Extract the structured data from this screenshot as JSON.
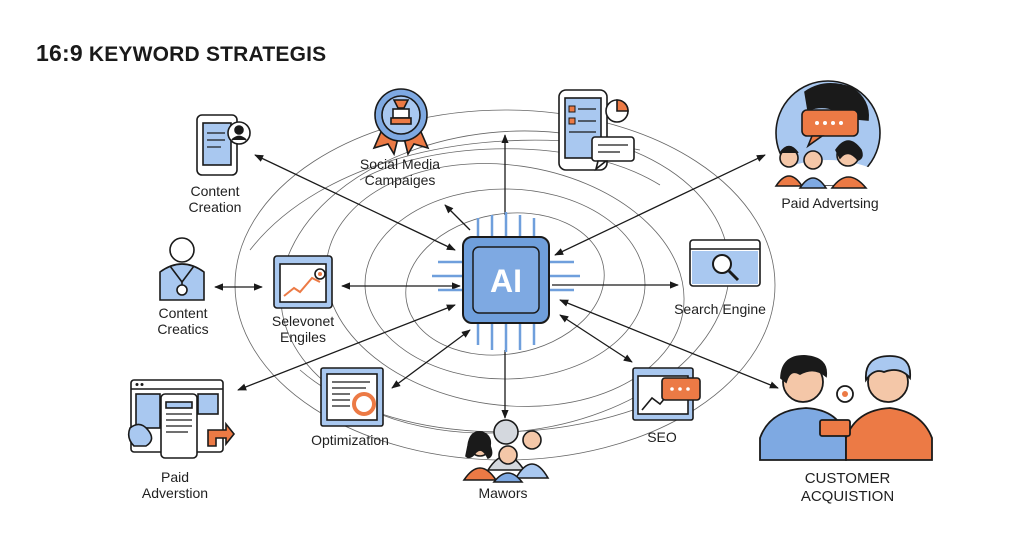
{
  "title": {
    "ratio": "16:9",
    "text": "KEYWORD STRATEGIS"
  },
  "hub": {
    "label": "AI"
  },
  "nodes": {
    "content_creation": {
      "line1": "Content",
      "line2": "Creation"
    },
    "social_media": {
      "line1": "Social Media",
      "line2": "Campaiges"
    },
    "paid_advertsing": {
      "line1": "Paid Advertsing"
    },
    "content_creatics": {
      "line1": "Content",
      "line2": "Creatics"
    },
    "selevonet_engiles": {
      "line1": "Selevonet",
      "line2": "Engiles"
    },
    "search_engine": {
      "line1": "Search Engine"
    },
    "paid_adverstion": {
      "line1": "Paid",
      "line2": "Adverstion"
    },
    "optimization": {
      "line1": "Optimization"
    },
    "mawors": {
      "line1": "Mawors"
    },
    "seo": {
      "line1": "SEO"
    },
    "customer_acquisition": {
      "line1": "CUSTOMER",
      "line2": "ACQUISTION"
    }
  },
  "colors": {
    "accent_blue": "#6f9fdc",
    "light_blue": "#a9c8f0",
    "orange": "#ec7a45",
    "ink": "#1a1a1a"
  }
}
